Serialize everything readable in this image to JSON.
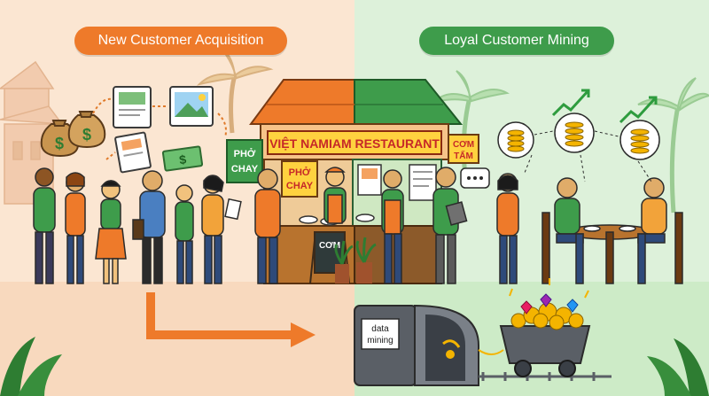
{
  "colors": {
    "left_bg": "#FBE6D2",
    "right_bg": "#DDF1DA",
    "orange": "#EE7A2A",
    "green": "#3E9C4B",
    "sign_yellow": "#FFD23F",
    "sign_red": "#C62828"
  },
  "left_panel": {
    "heading": "New Customer Acquisition",
    "icons": [
      "money-bag-icon",
      "social-post-icon",
      "photo-ad-icon",
      "flyer-icon",
      "cash-icon"
    ]
  },
  "right_panel": {
    "heading": "Loyal Customer Mining",
    "icons": [
      "coin-stack-icon",
      "growth-arrow-icon",
      "chat-bubble-icon",
      "gem-icon"
    ]
  },
  "restaurant": {
    "sign": "VIỆT NAMIAM RESTAURANT",
    "menu_left": [
      "PHỞ",
      "CHAY"
    ],
    "menu_center": [
      "PHỞ",
      "CHAY"
    ],
    "menu_right": [
      "CƠM",
      "TẤM"
    ],
    "board": "CƠM"
  },
  "mining": {
    "tunnel_label": [
      "data",
      "mining"
    ]
  }
}
